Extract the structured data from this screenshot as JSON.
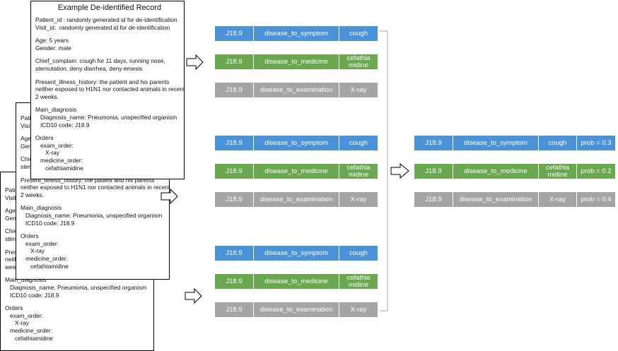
{
  "colors": {
    "symptom": "#4b93d9",
    "medicine": "#6aa84f",
    "examination": "#a5a5a5",
    "line": "#a8a8a8"
  },
  "record": {
    "title": "Example De-identified Record",
    "patient_id": "Patient_id : randomly generated id for de-identification",
    "visit_id": "Visit_id:  randomly generated id for de-identification",
    "age": "Age: 5 years",
    "gender": "Gender: male",
    "chief_1": "Chief_complain: cough for 11 days, running nose,",
    "chief_2": "sternutation, deny diarrhea, deny emesis",
    "pih_1": "Present_illness_history: the patient and his parents",
    "pih_2": "neither exposed to H1N1 nor contacted animals in recent",
    "pih_3": "2 weeks.",
    "main_diag": "Main_diagnosis",
    "diag_name": "   Diagnosis_name: Pneumonia, unspecified organism",
    "icd": "   ICD10 code: J18.9",
    "orders": "Orders",
    "exam_order": "   exam_order:",
    "xray": "      X-ray",
    "med_order": "   medicine_order:",
    "cefa": "      cefathiamidine"
  },
  "stub": {
    "pat": "Patie",
    "visit": "Visit",
    "age": "Age:",
    "gen": "Gend",
    "chief": "Chie",
    "stern": "stern",
    "pres": "Prese",
    "neit": "neith",
    "week": "week"
  },
  "groups": [
    {
      "rows": [
        {
          "code": "J18.9",
          "relation": "disease_to_symptom",
          "item": "cough",
          "kind": "symptom"
        },
        {
          "code": "J18.9",
          "relation": "disease_to_medicine",
          "item": "cefathia\nmidine",
          "kind": "medicine"
        },
        {
          "code": "J18.9",
          "relation": "disease_to_examination",
          "item": "X-ray",
          "kind": "examination"
        }
      ]
    },
    {
      "rows": [
        {
          "code": "J18.9",
          "relation": "disease_to_symptom",
          "item": "cough",
          "kind": "symptom"
        },
        {
          "code": "J18.9",
          "relation": "disease_to_medicine",
          "item": "cefathia\nmidine",
          "kind": "medicine"
        },
        {
          "code": "J18.9",
          "relation": "disease_to_examination",
          "item": "X-ray",
          "kind": "examination"
        }
      ]
    },
    {
      "rows": [
        {
          "code": "J18.9",
          "relation": "disease_to_symptom",
          "item": "cough",
          "kind": "symptom"
        },
        {
          "code": "J18.9",
          "relation": "disease_to_medicine",
          "item": "cefathia\nmidine",
          "kind": "medicine"
        },
        {
          "code": "J18.9",
          "relation": "disease_to_examination",
          "item": "X-ray",
          "kind": "examination"
        }
      ]
    }
  ],
  "result": {
    "rows": [
      {
        "code": "J18.9",
        "relation": "disease_to_symptom",
        "item": "cough",
        "prob": "prob = 0.3",
        "kind": "symptom"
      },
      {
        "code": "J18.9",
        "relation": "disease_to_medicine",
        "item": "cefathia\nmidine",
        "prob": "prob = 0.2",
        "kind": "medicine"
      },
      {
        "code": "J18.9",
        "relation": "disease_to_examination",
        "item": "X-ray",
        "prob": "prob = 0.4",
        "kind": "examination"
      }
    ]
  }
}
